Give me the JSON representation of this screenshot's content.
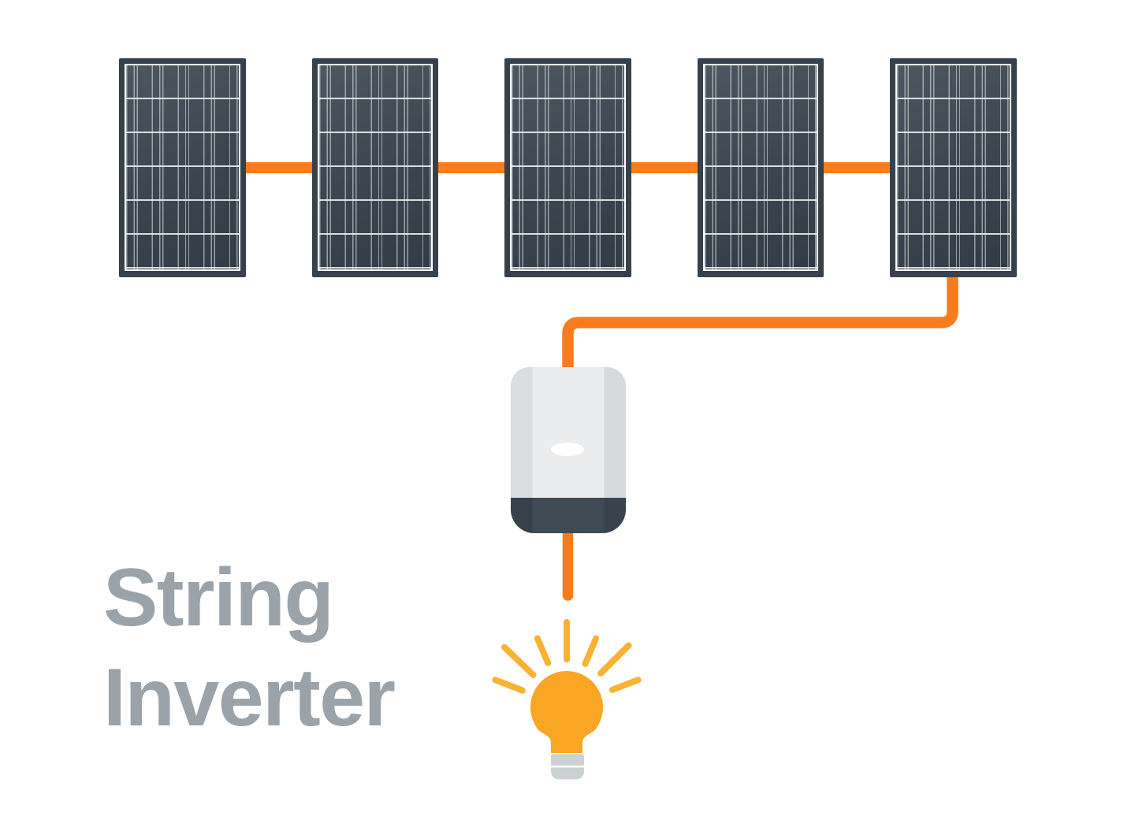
{
  "page": {
    "background": "#ffffff"
  },
  "diagram": {
    "title": "String Inverter",
    "label_lines": [
      "String",
      "Inverter"
    ],
    "solar_panel_count": 5,
    "components": {
      "panel_string": "5 solar panels wired in series",
      "inverter": "string inverter unit",
      "load": "light bulb"
    },
    "colors": {
      "page_background": "#ffffff",
      "wire": "#f87c1e",
      "panel_frame": "#36414b",
      "panel_cell_light": "#4c5761",
      "panel_cell_dark": "#323c46",
      "panel_grid_line": "#ffffff",
      "inverter_body": "#eaeced",
      "inverter_body_shade": "#d9dde0",
      "inverter_base": "#3e4a54",
      "inverter_led": "#ffffff",
      "bulb": "#f8a624",
      "bulb_rays": "#f9b233",
      "bulb_base": "#ccd1d4",
      "label_text": "#9aa2aa"
    }
  }
}
